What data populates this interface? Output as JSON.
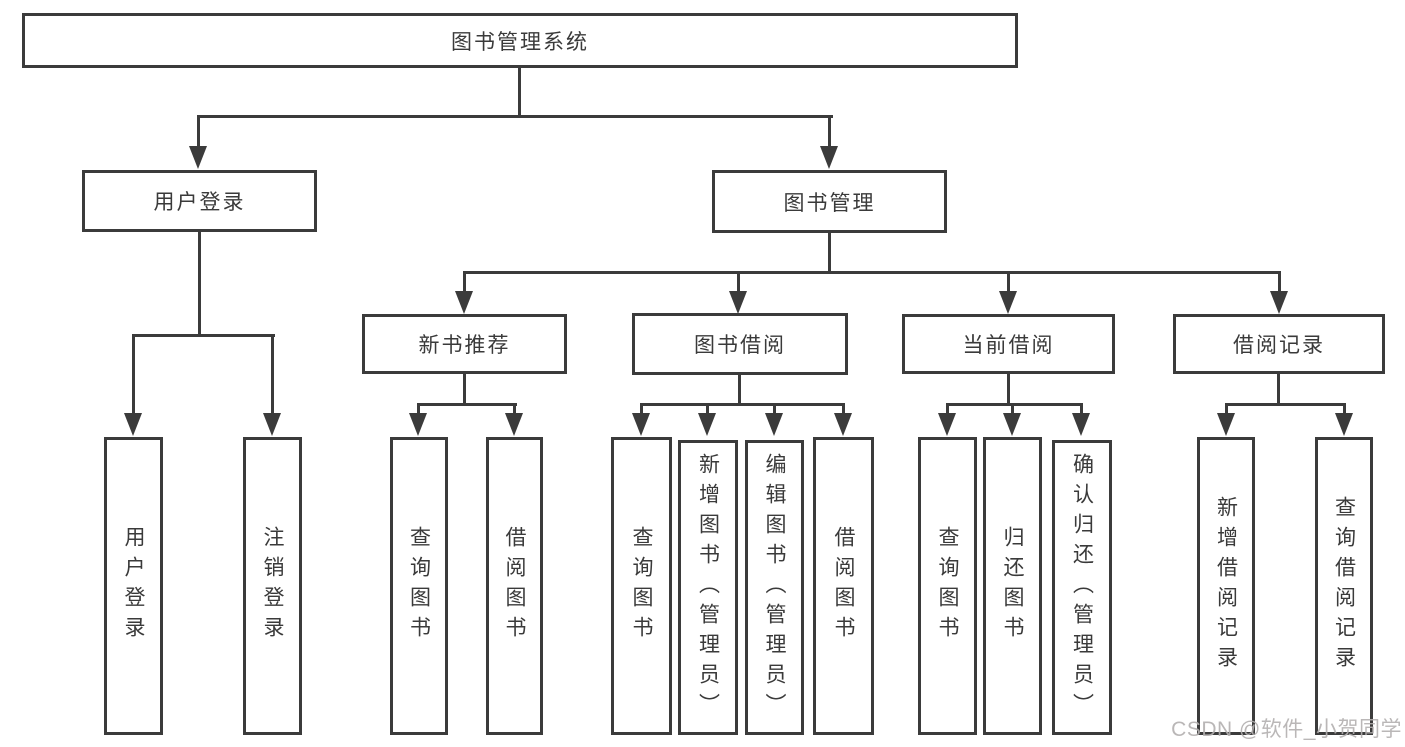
{
  "diagram": {
    "root": {
      "label": "图书管理系统"
    },
    "branches": [
      {
        "label": "用户登录",
        "leaves": [
          {
            "label": "用户登录"
          },
          {
            "label": "注销登录"
          }
        ]
      },
      {
        "label": "图书管理",
        "groups": [
          {
            "label": "新书推荐",
            "leaves": [
              {
                "label": "查询图书"
              },
              {
                "label": "借阅图书"
              }
            ]
          },
          {
            "label": "图书借阅",
            "leaves": [
              {
                "label": "查询图书"
              },
              {
                "label": "新增图书（管理员）"
              },
              {
                "label": "编辑图书（管理员）"
              },
              {
                "label": "借阅图书"
              }
            ]
          },
          {
            "label": "当前借阅",
            "leaves": [
              {
                "label": "查询图书"
              },
              {
                "label": "归还图书"
              },
              {
                "label": "确认归还（管理员）"
              }
            ]
          },
          {
            "label": "借阅记录",
            "leaves": [
              {
                "label": "新增借阅记录"
              },
              {
                "label": "查询借阅记录"
              }
            ]
          }
        ]
      }
    ]
  },
  "watermark": {
    "text": "CSDN @软件_小贺同学"
  },
  "colors": {
    "line": "#3b3b3b",
    "text": "#3a3a3a",
    "watermark_text": "#b3b0b0",
    "background": "#ffffff"
  }
}
